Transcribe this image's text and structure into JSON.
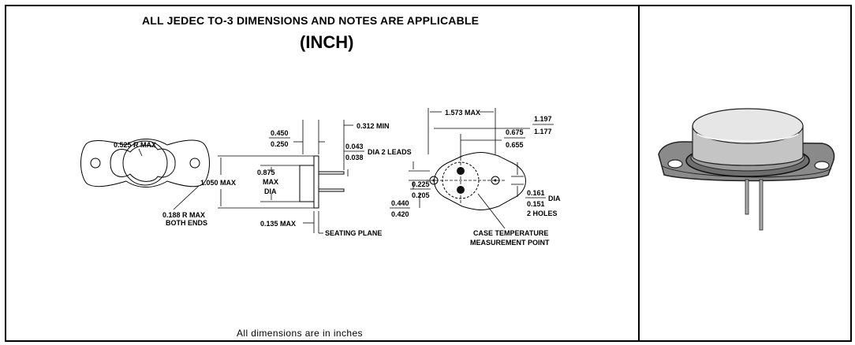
{
  "header": {
    "title": "ALL JEDEC TO-3 DIMENSIONS AND NOTES ARE APPLICABLE",
    "units": "(INCH)"
  },
  "footer": {
    "note": "All dimensions are in inches"
  },
  "top_view": {
    "radius_label": "0.525 R MAX",
    "end_radius_label_1": "0.188 R MAX",
    "end_radius_label_2": "BOTH ENDS"
  },
  "side_view": {
    "min_312": "0.312 MIN",
    "cap_height_num": "0.450",
    "cap_height_den": "0.250",
    "lead_dia_num": "0.043",
    "lead_dia_den": "0.038",
    "lead_dia_text": "DIA 2 LEADS",
    "height_max": "1.050 MAX",
    "body_dia_1": "0.875",
    "body_dia_2": "MAX",
    "body_dia_3": "DIA",
    "flange_max": "0.135 MAX",
    "seating_plane": "SEATING PLANE"
  },
  "bottom_view": {
    "width_max": "1.573 MAX",
    "span_num": "1.197",
    "span_den": "1.177",
    "hole_span_num": "0.675",
    "hole_span_den": "0.655",
    "offset_num": "0.225",
    "offset_den": "0.205",
    "lead_span_num": "0.440",
    "lead_span_den": "0.420",
    "hole_dia_num": "0.161",
    "hole_dia_den": "0.151",
    "hole_dia_text": "DIA",
    "holes_count": "2 HOLES",
    "case_temp_1": "CASE TEMPERATURE",
    "case_temp_2": "MEASUREMENT POINT"
  }
}
